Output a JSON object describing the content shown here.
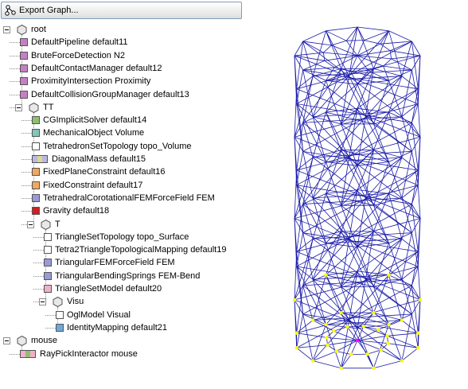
{
  "toolbar": {
    "export_label": "Export Graph..."
  },
  "tree": [
    {
      "id": "root",
      "label": "root",
      "type": "node",
      "depth": 0
    },
    {
      "id": "defaultpipeline",
      "label": "DefaultPipeline  default11",
      "type": "comp",
      "depth": 1,
      "color": "#c77fc4"
    },
    {
      "id": "bruteforcedetection",
      "label": "BruteForceDetection  N2",
      "type": "comp",
      "depth": 1,
      "color": "#c77fc4"
    },
    {
      "id": "defaultcontactmanager",
      "label": "DefaultContactManager  default12",
      "type": "comp",
      "depth": 1,
      "color": "#c77fc4"
    },
    {
      "id": "proximityintersection",
      "label": "ProximityIntersection  Proximity",
      "type": "comp",
      "depth": 1,
      "color": "#c77fc4"
    },
    {
      "id": "defaultcollisiongroupmanager",
      "label": "DefaultCollisionGroupManager  default13",
      "type": "comp",
      "depth": 1,
      "color": "#c77fc4"
    },
    {
      "id": "tt",
      "label": "TT",
      "type": "node",
      "depth": 1
    },
    {
      "id": "cgimplicitsolver",
      "label": "CGImplicitSolver  default14",
      "type": "comp",
      "depth": 2,
      "color": "#8fc070"
    },
    {
      "id": "mechanicalobject",
      "label": "MechanicalObject  Volume",
      "type": "comp",
      "depth": 2,
      "color": "#7fc7b8"
    },
    {
      "id": "tetrahedronsettopology",
      "label": "TetrahedronSetTopology  topo_Volume",
      "type": "comp",
      "depth": 2,
      "color": "#ffffff"
    },
    {
      "id": "diagonalmass",
      "label": "DiagonalMass  default15",
      "type": "comp",
      "depth": 2,
      "color": "#d8d890",
      "wide": true,
      "color2": "#b8b8e0"
    },
    {
      "id": "fixedplaneconstraint",
      "label": "FixedPlaneConstraint  default16",
      "type": "comp",
      "depth": 2,
      "color": "#f0a860"
    },
    {
      "id": "fixedconstraint",
      "label": "FixedConstraint  default17",
      "type": "comp",
      "depth": 2,
      "color": "#f0a860"
    },
    {
      "id": "tetrahedralcorotationalfemforcefield",
      "label": "TetrahedralCorotationalFEMForceField  FEM",
      "type": "comp",
      "depth": 2,
      "color": "#9a9ad8"
    },
    {
      "id": "gravity",
      "label": "Gravity  default18",
      "type": "comp",
      "depth": 2,
      "color": "#d02020"
    },
    {
      "id": "t",
      "label": "T",
      "type": "node",
      "depth": 2
    },
    {
      "id": "trianglesettopology",
      "label": "TriangleSetTopology  topo_Surface",
      "type": "comp",
      "depth": 3,
      "color": "#ffffff"
    },
    {
      "id": "tetra2triangletopologicalmapping",
      "label": "Tetra2TriangleTopologicalMapping  default19",
      "type": "comp",
      "depth": 3,
      "color": "#ffffff"
    },
    {
      "id": "triangularfemforcefield",
      "label": "TriangularFEMForceField  FEM",
      "type": "comp",
      "depth": 3,
      "color": "#9a9ad8"
    },
    {
      "id": "triangularbendingsprings",
      "label": "TriangularBendingSprings  FEM-Bend",
      "type": "comp",
      "depth": 3,
      "color": "#9a9ad8"
    },
    {
      "id": "trianglesetmodel",
      "label": "TriangleSetModel  default20",
      "type": "comp",
      "depth": 3,
      "color": "#f0b0c8"
    },
    {
      "id": "visu",
      "label": "Visu",
      "type": "node",
      "depth": 3
    },
    {
      "id": "oglmodel",
      "label": "OglModel  Visual",
      "type": "comp",
      "depth": 4,
      "color": "#ffffff"
    },
    {
      "id": "identitymapping",
      "label": "IdentityMapping  default21",
      "type": "comp",
      "depth": 4,
      "color": "#70a8d8"
    },
    {
      "id": "mouse",
      "label": "mouse",
      "type": "node",
      "depth": 0
    },
    {
      "id": "raypickinteractor",
      "label": "RayPickInteractor  mouse",
      "type": "comp",
      "depth": 1,
      "color": "#8fc070",
      "wide": true,
      "color2": "#f0b0c8"
    }
  ],
  "viewport": {
    "wire_color": "#1a1aa8",
    "point_color": "#ffff00",
    "fixed_point_color": "#ff00ff"
  }
}
